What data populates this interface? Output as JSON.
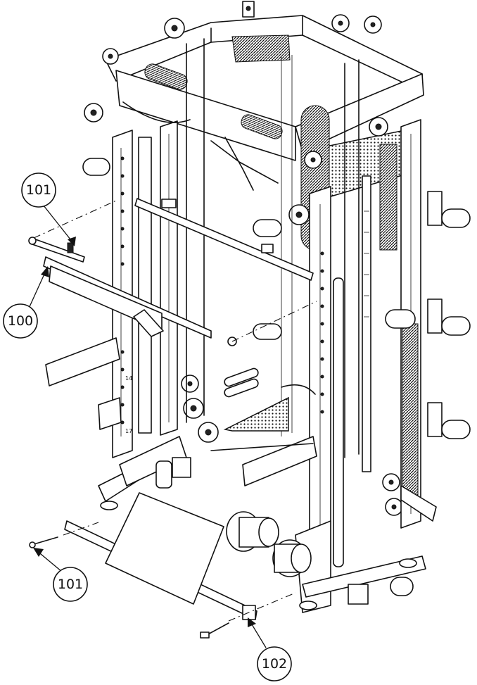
{
  "diagram": {
    "callouts": [
      {
        "id": "c101a",
        "label": "101"
      },
      {
        "id": "c100",
        "label": "100"
      },
      {
        "id": "c101b",
        "label": "101"
      },
      {
        "id": "c102",
        "label": "102"
      }
    ],
    "upright_numbers": [
      "14",
      "17"
    ]
  }
}
